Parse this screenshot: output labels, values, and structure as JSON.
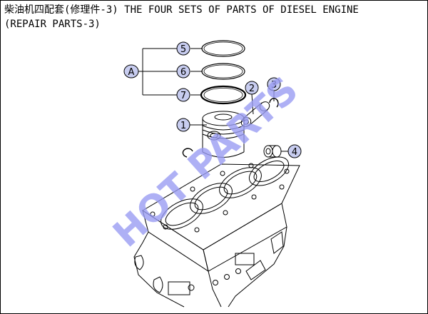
{
  "title": {
    "line1": "柴油机四配套(修理件-3) THE FOUR SETS OF PARTS OF DIESEL ENGINE",
    "line2": "(REPAIR PARTS-3)"
  },
  "group_label": "A",
  "callouts": [
    {
      "id": "piston",
      "label": "1"
    },
    {
      "id": "piston-pin",
      "label": "2"
    },
    {
      "id": "snap-ring",
      "label": "3"
    },
    {
      "id": "pin-bushing",
      "label": "4"
    },
    {
      "id": "ring-top",
      "label": "5"
    },
    {
      "id": "ring-second",
      "label": "6"
    },
    {
      "id": "ring-oil",
      "label": "7"
    }
  ],
  "watermark": "HOT PARTS",
  "colors": {
    "callout_fill": "#c8cdf0",
    "watermark": "#9a9cf2",
    "line": "#000000"
  }
}
